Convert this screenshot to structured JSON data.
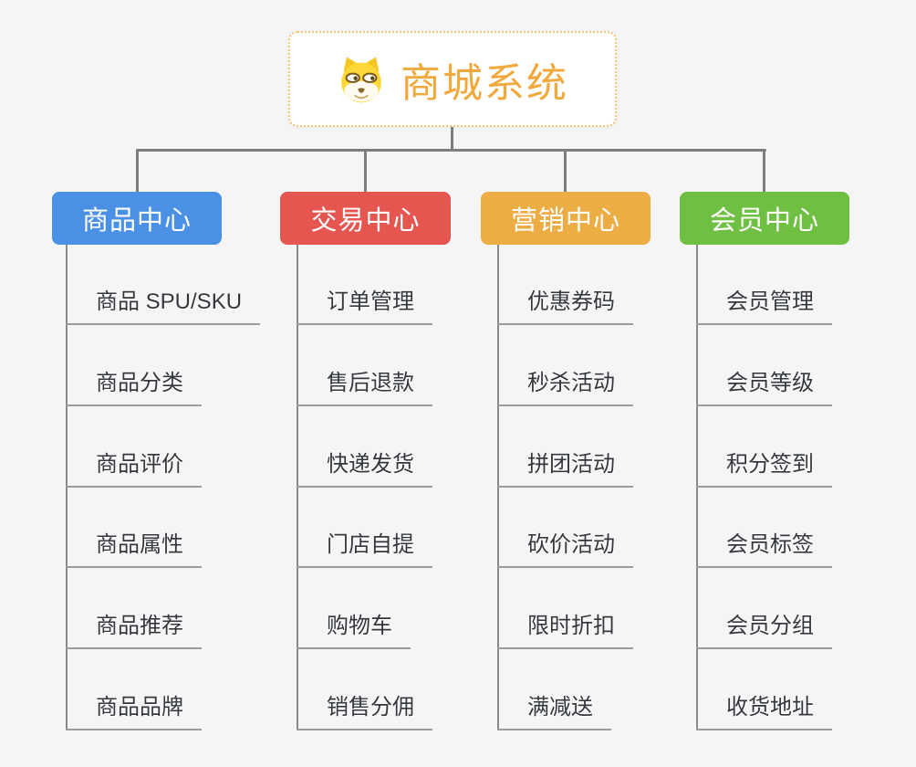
{
  "root": {
    "label": "商城系统",
    "icon": "dog-face"
  },
  "branches": [
    {
      "label": "商品中心",
      "color": "#4A90E4",
      "children": [
        "商品 SPU/SKU",
        "商品分类",
        "商品评价",
        "商品属性",
        "商品推荐",
        "商品品牌"
      ]
    },
    {
      "label": "交易中心",
      "color": "#E4564F",
      "children": [
        "订单管理",
        "售后退款",
        "快递发货",
        "门店自提",
        "购物车",
        "销售分佣"
      ]
    },
    {
      "label": "营销中心",
      "color": "#EDAD45",
      "children": [
        "优惠券码",
        "秒杀活动",
        "拼团活动",
        "砍价活动",
        "限时折扣",
        "满减送"
      ]
    },
    {
      "label": "会员中心",
      "color": "#6FC042",
      "children": [
        "会员管理",
        "会员等级",
        "积分签到",
        "会员标签",
        "会员分组",
        "收货地址"
      ]
    }
  ],
  "colors": {
    "background": "#F5F5F6",
    "root_text": "#F1A83C",
    "root_border": "#F3C376",
    "branch_text": "#FFFFFF",
    "connector": "#7E7E7E",
    "trunk": "#8A8A8A",
    "underline": "#9C9C9C",
    "leaf_text": "#34383D"
  }
}
